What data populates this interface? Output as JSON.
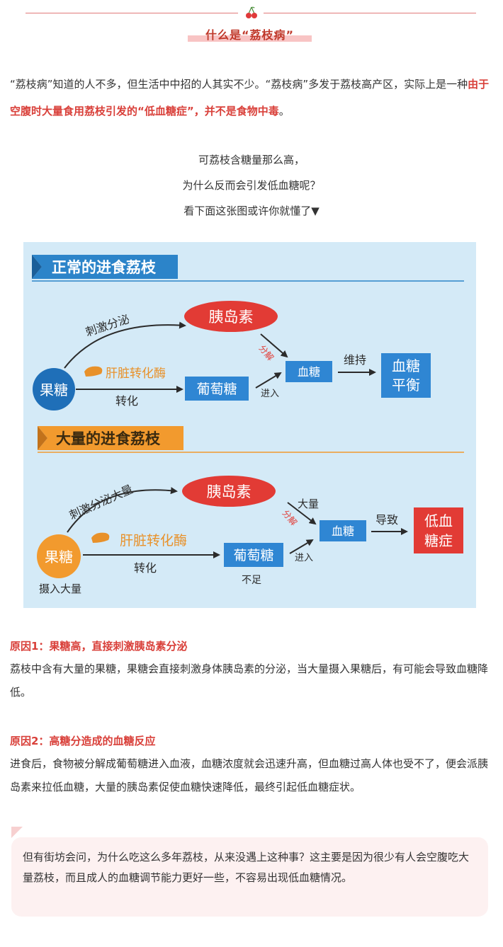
{
  "header": {
    "title": "什么是“荔枝病”"
  },
  "intro": {
    "part1": "“荔枝病”知道的人不多，但生活中中招的人其实不少。“荔枝病”多发于荔枝高产区，实际上是一种",
    "highlight": "由于空腹时大量食用荔枝引发的“低血糖症”，并不是食物中毒",
    "part2": "。"
  },
  "question": {
    "line1": "可荔枝含糖量那么高，",
    "line2": "为什么反而会引发低血糖呢？",
    "line3": "看下面这张图或许你就懂了▼"
  },
  "diagram": {
    "normal": {
      "banner": "正常的进食荔枝",
      "stimulate": "刺激分泌",
      "insulin": "胰岛素",
      "breakdown": "分解",
      "fructose": "果糖",
      "enzyme": "肝脏转化酶",
      "convert": "转化",
      "glucose": "葡萄糖",
      "enter": "进入",
      "blood_sugar": "血糖",
      "maintain": "维持",
      "result_line1": "血糖",
      "result_line2": "平衡"
    },
    "excess": {
      "banner": "大量的进食荔枝",
      "stimulate": "刺激分泌大量",
      "insulin": "胰岛素",
      "large": "大量",
      "breakdown": "分解",
      "fructose": "果糖",
      "intake": "摄入大量",
      "enzyme": "肝脏转化酶",
      "convert": "转化",
      "glucose": "葡萄糖",
      "insufficient": "不足",
      "enter": "进入",
      "blood_sugar": "血糖",
      "cause": "导致",
      "result_line1": "低血",
      "result_line2": "糖症"
    },
    "colors": {
      "background": "#d4eaf7",
      "blue_banner": "#2c84c9",
      "orange_banner": "#f29a2e",
      "insulin_red": "#e23b35",
      "box_blue": "#2f86d3",
      "result_red": "#e23b35",
      "fructose_blue": "#1f6fb8",
      "fructose_orange": "#f29a2e"
    }
  },
  "reason1": {
    "title": "原因1：果糖高，直接刺激胰岛素分泌",
    "text": "荔枝中含有大量的果糖，果糖会直接刺激身体胰岛素的分泌，当大量摄入果糖后，有可能会导致血糖降低。"
  },
  "reason2": {
    "title": "原因2：高糖分造成的血糖反应",
    "text": "进食后，食物被分解成葡萄糖进入血液，血糖浓度就会迅速升高，但血糖过高人体也受不了，便会派胰岛素来拉低血糖，大量的胰岛素促使血糖快速降低，最终引起低血糖症状。"
  },
  "callout": {
    "text": "但有街坊会问，为什么吃这么多年荔枝，从来没遇上这种事？这主要是因为很少有人会空腹吃大量荔枝，而且成人的血糖调节能力更好一些，不容易出现低血糖情况。"
  }
}
